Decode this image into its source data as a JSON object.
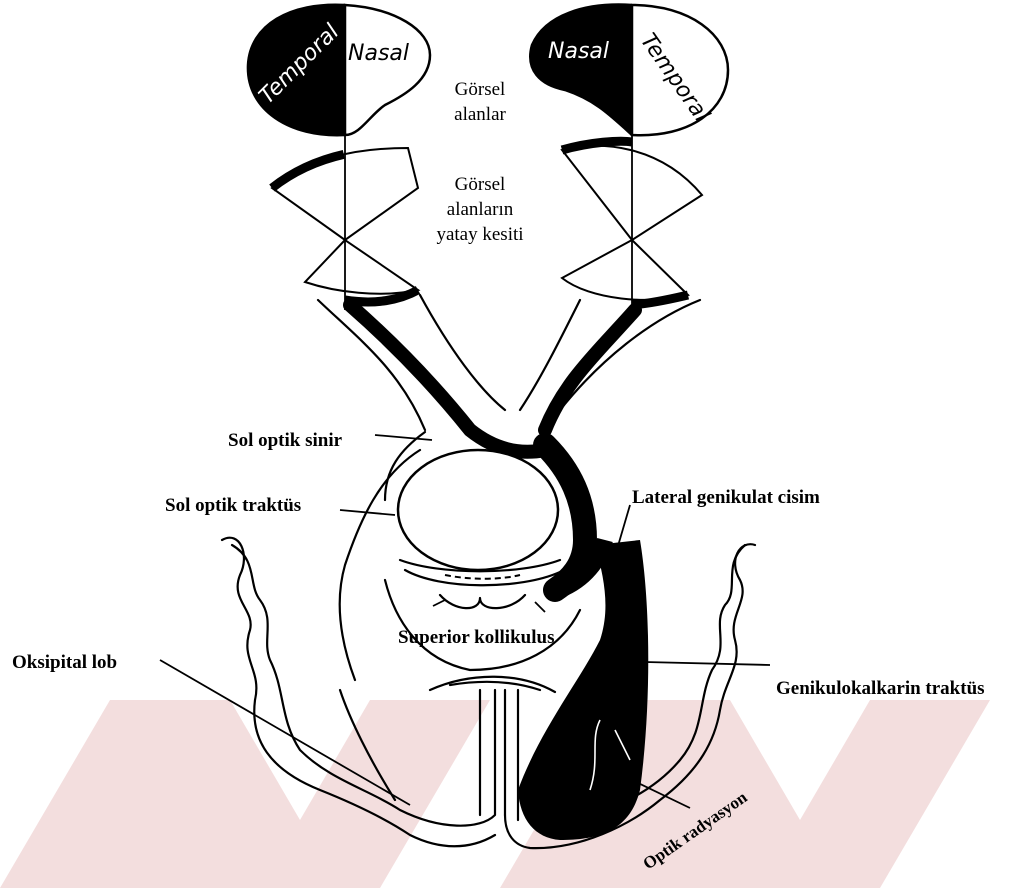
{
  "visual_fields": {
    "left": {
      "temporal": "Temporal",
      "nasal": "Nasal"
    },
    "right": {
      "nasal": "Nasal",
      "temporal": "Temporal"
    },
    "caption_line1": "Görsel",
    "caption_line2": "alanlar"
  },
  "horizontal_section": {
    "line1": "Görsel",
    "line2": "alanların",
    "line3": "yatay kesiti"
  },
  "labels": {
    "left_optic_nerve": "Sol optik sinir",
    "left_optic_tract": "Sol optik traktüs",
    "lateral_geniculate": "Lateral genikulat cisim",
    "superior_colliculus": "Superior kollikulus",
    "occipital_lobe": "Oksipital lob",
    "geniculocalcarine_tract": "Genikulokalkarin traktüs",
    "optic_radiation": "Optik radyasyon"
  },
  "colors": {
    "ink": "#000000",
    "paper": "#ffffff",
    "watermark": "#f3dede"
  }
}
